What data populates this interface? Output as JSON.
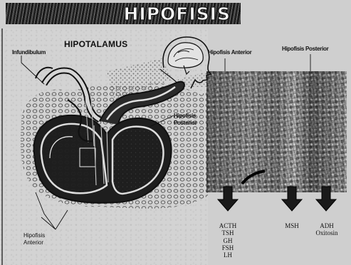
{
  "title": "HIPOFISIS",
  "labels": {
    "hipotalamus": "HIPOTALAMUS",
    "infundibulum": "Infundibulum",
    "hipofisis_posterior_line1": "Hipofisis",
    "hipofisis_posterior_line2": "Posterior",
    "hipofisis_anterior_line1": "Hipofisis",
    "hipofisis_anterior_line2": "Anterior",
    "micro_anterior": "Hipofisis Anterior",
    "micro_posterior": "Hipofisis Posterior"
  },
  "hormones": {
    "anterior": [
      "ACTH",
      "TSH",
      "GH",
      "FSH",
      "LH"
    ],
    "msh": [
      "MSH"
    ],
    "posterior": [
      "ADH",
      "Oxitosin"
    ]
  }
}
